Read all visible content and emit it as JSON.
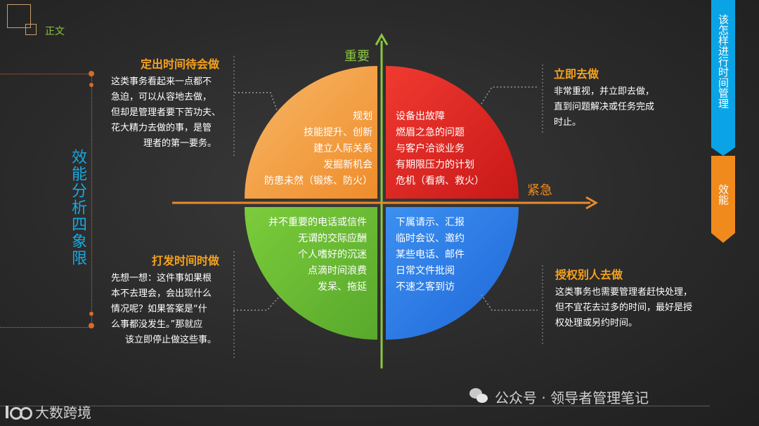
{
  "header": {
    "section_label": "正文"
  },
  "left_banner": {
    "text": "效能分析四象限"
  },
  "right_banner": {
    "top_text": "该怎样进行时间管理",
    "bottom_text": "效能"
  },
  "axes": {
    "vertical_label": "重要",
    "horizontal_label": "紧急"
  },
  "quadrants": {
    "top_left": {
      "lines": [
        "规划",
        "技能提升、创新",
        "建立人际关系",
        "发掘新机会",
        "防患未然（锻炼、防火）"
      ],
      "color": "#f2a040"
    },
    "top_right": {
      "lines": [
        "设备出故障",
        "燃眉之急的问题",
        "与客户洽谈业务",
        "有期限压力的计划",
        "危机（看病、救火）"
      ],
      "color": "#e12822"
    },
    "bottom_left": {
      "lines": [
        "并不重要的电话或信件",
        "无谓的交际应酬",
        "个人嗜好的沉迷",
        "点滴时间浪费",
        "发呆、拖延"
      ],
      "color": "#6dbb35"
    },
    "bottom_right": {
      "lines": [
        "下属请示、汇报",
        "临时会议、邀约",
        "某些电话、邮件",
        "日常文件批阅",
        "不速之客到访"
      ],
      "color": "#2f7fe6"
    }
  },
  "callouts": {
    "top_left": {
      "title": "定出时间待会做",
      "lines": [
        "这类事务看起来一点都不",
        "急迫，可以从容地去做，",
        "但却是管理者要下苦功夫、",
        "花大精力去做的事，是管",
        "理者的第一要务。"
      ]
    },
    "top_right": {
      "title": "立即去做",
      "lines": [
        "非常重视，并立即去做，",
        "直到问题解决或任务完成",
        "时止。"
      ]
    },
    "bottom_left": {
      "title": "打发时间时做",
      "lines": [
        "先想一想：这件事如果根",
        "本不去理会，会出现什么",
        "情况呢？如果答案是“什",
        "么事都没发生。”那就应",
        "该立即停止做这些事。"
      ]
    },
    "bottom_right": {
      "title": "授权别人去做",
      "lines": [
        "这类事务也需要管理者赶快处理，",
        "但不宜花去过多的时间，最好是授",
        "权处理或另约时间。"
      ]
    }
  },
  "watermarks": {
    "wechat": "公众号 · 领导者管理笔记",
    "bottom_left": "大数跨境"
  }
}
